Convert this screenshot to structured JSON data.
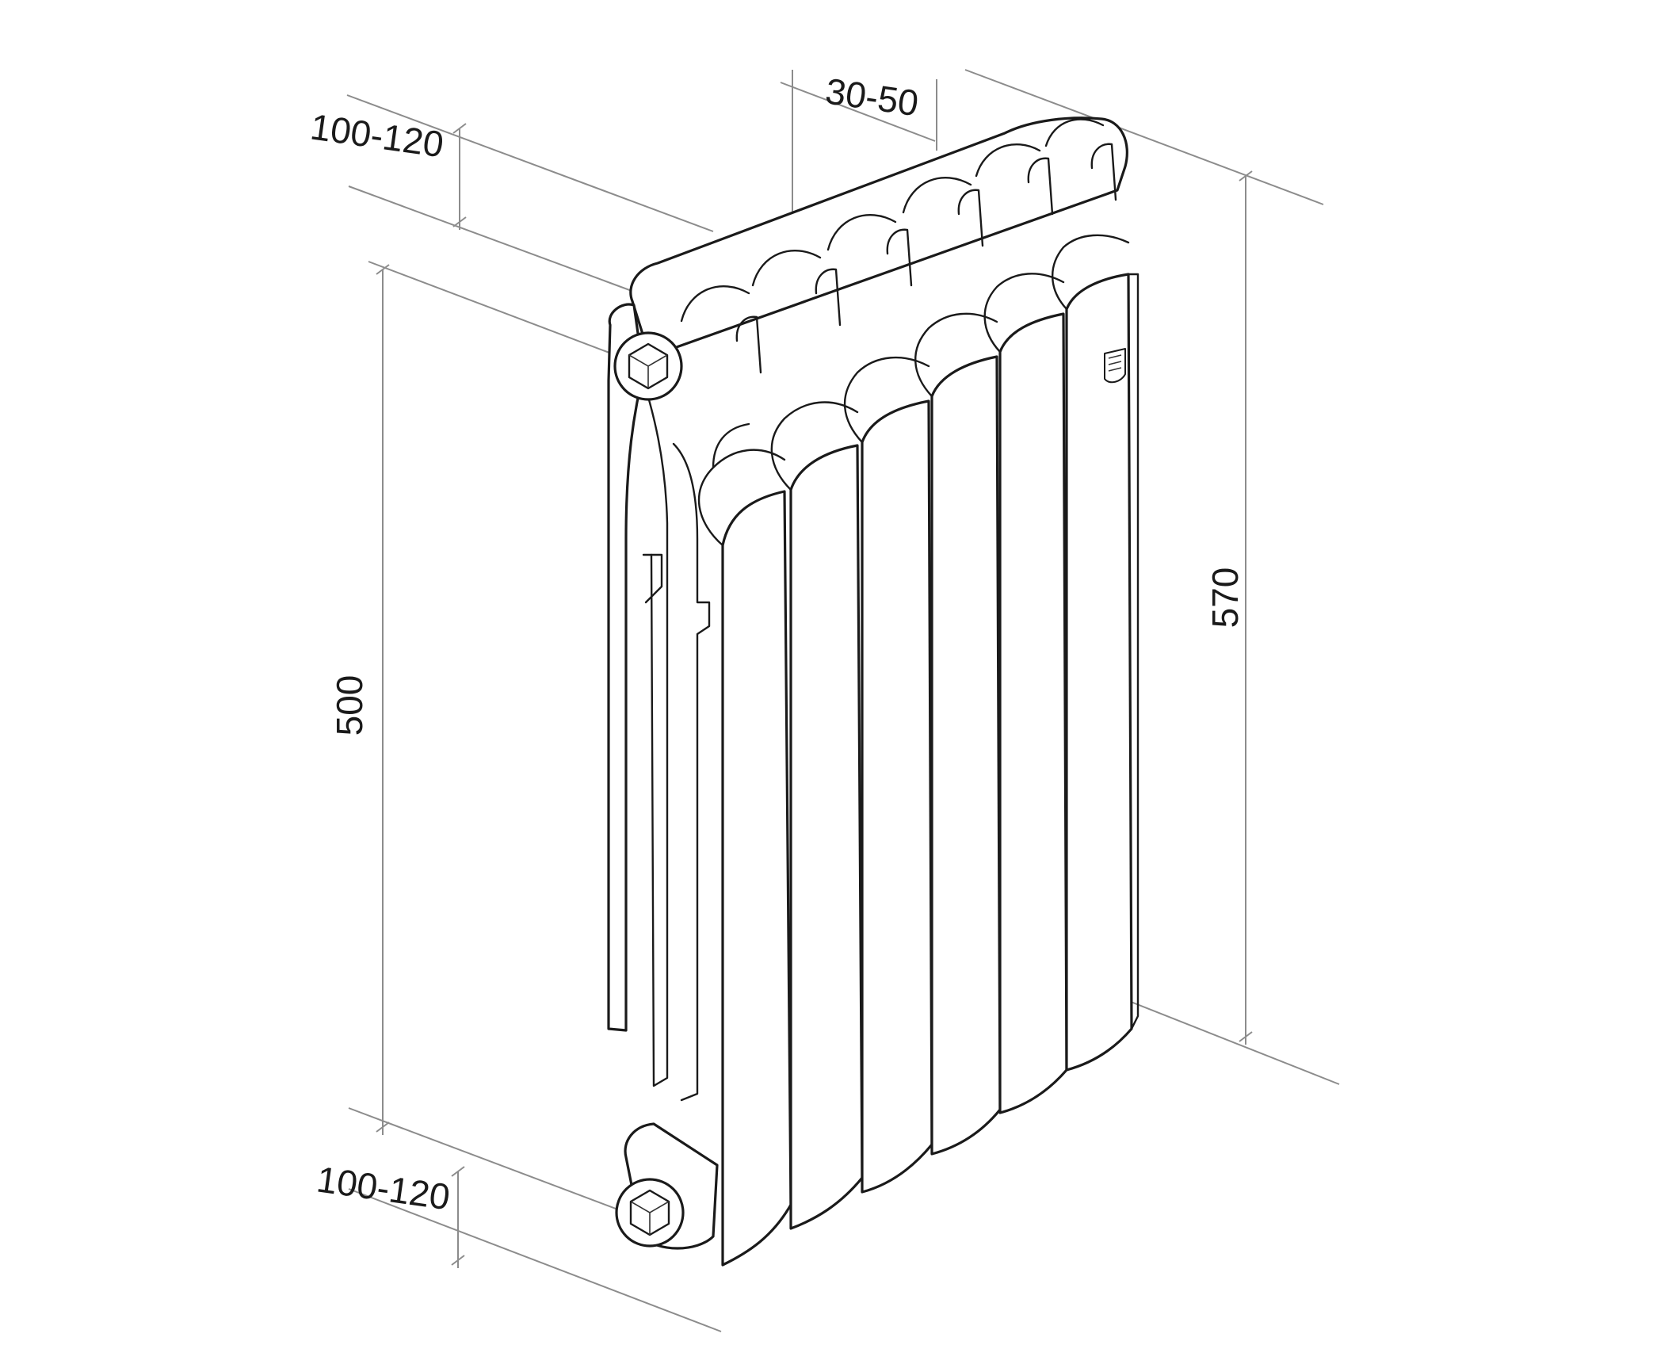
{
  "drawing": {
    "subject": "radiator-isometric-dimension-drawing",
    "section_count": 6,
    "colors": {
      "line": "#1a1a1a",
      "dimension_line": "#8c8c8c",
      "background": "#ffffff"
    }
  },
  "dimensions": {
    "top_offset": "100-120",
    "section_depth": "30-50",
    "center_distance": "500",
    "total_height": "570",
    "bottom_offset": "100-120"
  },
  "icons": {
    "top_plug": "hex-plug-icon",
    "bottom_plug": "hex-plug-icon",
    "brand_mark": "brand-logo-icon"
  }
}
